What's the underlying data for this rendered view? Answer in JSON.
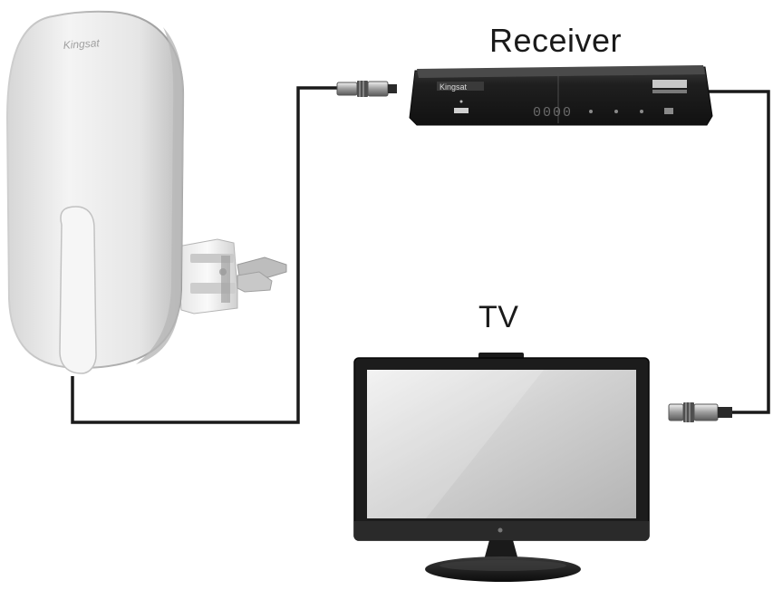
{
  "labels": {
    "receiver": "Receiver",
    "tv": "TV"
  },
  "antenna": {
    "brand_text": "Kingsat"
  },
  "receiver": {
    "brand_text": "Kingsat",
    "display_text": "0000"
  },
  "colors": {
    "cable": "#1a1a1a",
    "antenna_body": "#e9e9e9",
    "receiver_body": "#1e1e1e",
    "tv_frame": "#1c1c1c",
    "tv_screen": "#cfcfcf"
  }
}
